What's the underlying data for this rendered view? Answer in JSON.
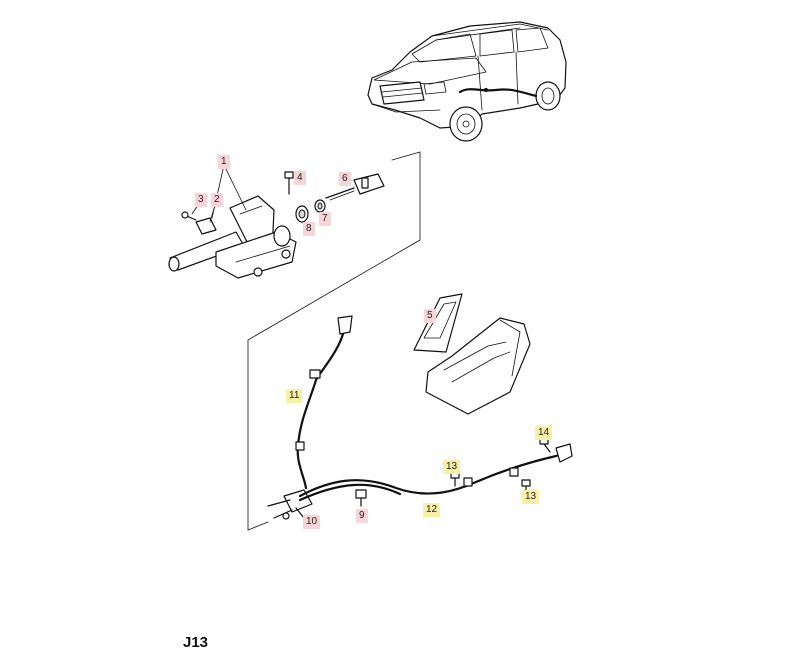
{
  "callouts": [
    {
      "id": "1",
      "text": "1",
      "color": "pink"
    },
    {
      "id": "2",
      "text": "2",
      "color": "pink"
    },
    {
      "id": "3",
      "text": "3",
      "color": "pink"
    },
    {
      "id": "4",
      "text": "4",
      "color": "pink"
    },
    {
      "id": "5",
      "text": "5",
      "color": "pink"
    },
    {
      "id": "6",
      "text": "6",
      "color": "pink"
    },
    {
      "id": "7",
      "text": "7",
      "color": "pink"
    },
    {
      "id": "8",
      "text": "8",
      "color": "pink"
    },
    {
      "id": "9",
      "text": "9",
      "color": "pink"
    },
    {
      "id": "10",
      "text": "10",
      "color": "pink"
    },
    {
      "id": "11",
      "text": "11",
      "color": "yellow"
    },
    {
      "id": "12",
      "text": "12",
      "color": "yellow"
    },
    {
      "id": "13a",
      "text": "13",
      "color": "yellow"
    },
    {
      "id": "13b",
      "text": "13",
      "color": "yellow"
    },
    {
      "id": "14",
      "text": "14",
      "color": "yellow"
    }
  ],
  "diagram_code": "J13",
  "colors": {
    "pink_highlight": "#f7d4d8",
    "yellow_highlight": "#f7f0a6",
    "line": "#111111"
  }
}
